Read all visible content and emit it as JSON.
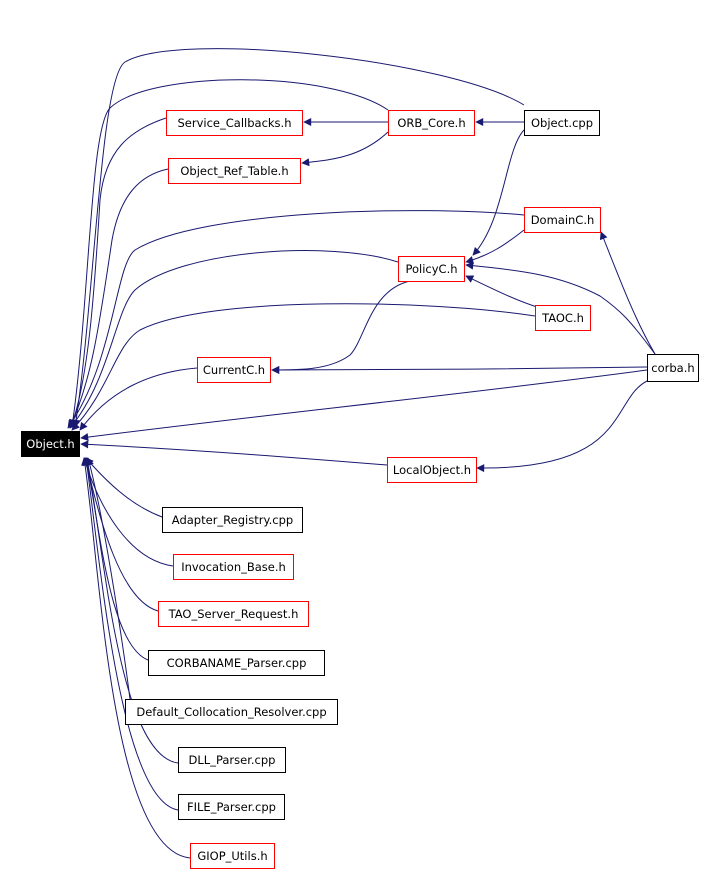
{
  "graph": {
    "colors": {
      "edge": "#191970",
      "border_documented": "#ff0000",
      "border_plain": "#000000",
      "root_fill": "#000000",
      "root_text": "#ffffff",
      "node_fill": "#ffffff",
      "node_text": "#000000"
    },
    "nodes": [
      {
        "id": "object_h",
        "label": "Object.h",
        "style": "root"
      },
      {
        "id": "service_callbacks_h",
        "label": "Service_Callbacks.h",
        "style": "documented"
      },
      {
        "id": "orb_core_h",
        "label": "ORB_Core.h",
        "style": "documented"
      },
      {
        "id": "object_cpp",
        "label": "Object.cpp",
        "style": "plain"
      },
      {
        "id": "object_ref_table_h",
        "label": "Object_Ref_Table.h",
        "style": "documented"
      },
      {
        "id": "domainc_h",
        "label": "DomainC.h",
        "style": "documented"
      },
      {
        "id": "policyc_h",
        "label": "PolicyC.h",
        "style": "documented"
      },
      {
        "id": "taoc_h",
        "label": "TAOC.h",
        "style": "documented"
      },
      {
        "id": "currentc_h",
        "label": "CurrentC.h",
        "style": "documented"
      },
      {
        "id": "corba_h",
        "label": "corba.h",
        "style": "plain"
      },
      {
        "id": "localobject_h",
        "label": "LocalObject.h",
        "style": "documented"
      },
      {
        "id": "adapter_registry_cpp",
        "label": "Adapter_Registry.cpp",
        "style": "plain"
      },
      {
        "id": "invocation_base_h",
        "label": "Invocation_Base.h",
        "style": "documented"
      },
      {
        "id": "tao_server_request_h",
        "label": "TAO_Server_Request.h",
        "style": "documented"
      },
      {
        "id": "corbaname_parser_cpp",
        "label": "CORBANAME_Parser.cpp",
        "style": "plain"
      },
      {
        "id": "default_collocation_resolver_cpp",
        "label": "Default_Collocation_Resolver.cpp",
        "style": "plain"
      },
      {
        "id": "dll_parser_cpp",
        "label": "DLL_Parser.cpp",
        "style": "plain"
      },
      {
        "id": "file_parser_cpp",
        "label": "FILE_Parser.cpp",
        "style": "plain"
      },
      {
        "id": "giop_utils_h",
        "label": "GIOP_Utils.h",
        "style": "documented"
      }
    ],
    "edges": [
      {
        "from": "object_cpp",
        "to": "object_h"
      },
      {
        "from": "object_cpp",
        "to": "orb_core_h"
      },
      {
        "from": "object_cpp",
        "to": "policyc_h"
      },
      {
        "from": "orb_core_h",
        "to": "object_h"
      },
      {
        "from": "orb_core_h",
        "to": "service_callbacks_h"
      },
      {
        "from": "orb_core_h",
        "to": "object_ref_table_h"
      },
      {
        "from": "service_callbacks_h",
        "to": "object_h"
      },
      {
        "from": "object_ref_table_h",
        "to": "object_h"
      },
      {
        "from": "domainc_h",
        "to": "object_h"
      },
      {
        "from": "domainc_h",
        "to": "policyc_h"
      },
      {
        "from": "policyc_h",
        "to": "object_h"
      },
      {
        "from": "policyc_h",
        "to": "currentc_h"
      },
      {
        "from": "taoc_h",
        "to": "object_h"
      },
      {
        "from": "taoc_h",
        "to": "policyc_h"
      },
      {
        "from": "currentc_h",
        "to": "object_h"
      },
      {
        "from": "corba_h",
        "to": "object_h"
      },
      {
        "from": "corba_h",
        "to": "domainc_h"
      },
      {
        "from": "corba_h",
        "to": "policyc_h"
      },
      {
        "from": "corba_h",
        "to": "currentc_h"
      },
      {
        "from": "corba_h",
        "to": "localobject_h"
      },
      {
        "from": "localobject_h",
        "to": "object_h"
      },
      {
        "from": "adapter_registry_cpp",
        "to": "object_h"
      },
      {
        "from": "invocation_base_h",
        "to": "object_h"
      },
      {
        "from": "tao_server_request_h",
        "to": "object_h"
      },
      {
        "from": "corbaname_parser_cpp",
        "to": "object_h"
      },
      {
        "from": "default_collocation_resolver_cpp",
        "to": "object_h"
      },
      {
        "from": "dll_parser_cpp",
        "to": "object_h"
      },
      {
        "from": "file_parser_cpp",
        "to": "object_h"
      },
      {
        "from": "giop_utils_h",
        "to": "object_h"
      }
    ]
  }
}
